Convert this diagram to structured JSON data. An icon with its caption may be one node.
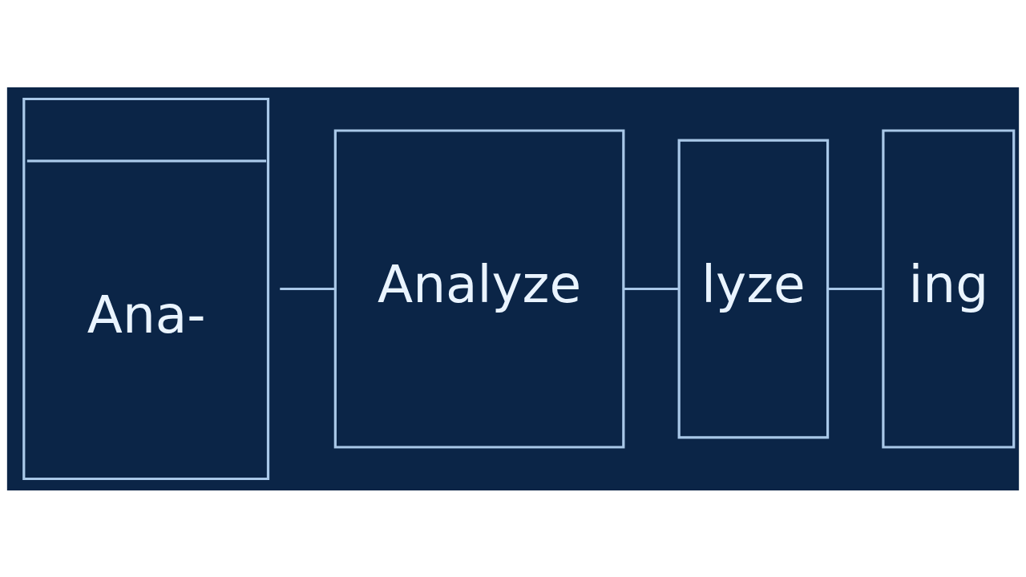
{
  "diagram": {
    "nodes": [
      {
        "text": [
          "Ana-"
        ]
      },
      {
        "text": [
          "Analyze"
        ]
      },
      {
        "text": [
          "lyze"
        ]
      },
      {
        "text": [
          "ing"
        ]
      }
    ],
    "edges": [
      {
        "from": 0,
        "to": 1,
        "arrow": "none"
      },
      {
        "from": 1,
        "to": 2,
        "arrow": "none"
      },
      {
        "from": 2,
        "to": 3,
        "arrow": "none"
      }
    ]
  }
}
